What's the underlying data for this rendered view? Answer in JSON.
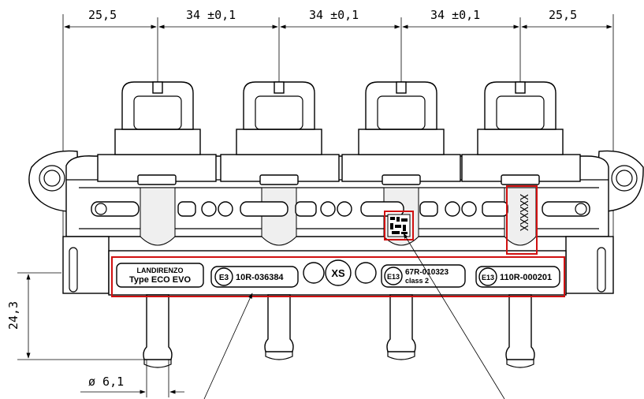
{
  "dimensions": {
    "left_pitch": "25,5",
    "pitch_1": "34 ±0,1",
    "pitch_2": "34 ±0,1",
    "pitch_3": "34 ±0,1",
    "right_pitch": "25,5",
    "height": "24,3",
    "diameter": "ø 6,1"
  },
  "label_plate": {
    "brand": "LANDIRENZO",
    "type": "Type ECO EVO",
    "cert_1_mark": "E3",
    "cert_1_number": "10R-036384",
    "center_mark": "XS",
    "cert_2_mark": "E13",
    "cert_2_number": "67R-010323",
    "cert_2_class": "class 2",
    "cert_3_mark": "E13",
    "cert_3_number": "110R-000201"
  },
  "serial_mark": "XXXXXX",
  "colors": {
    "highlight": "#d01010",
    "line": "#000000"
  }
}
